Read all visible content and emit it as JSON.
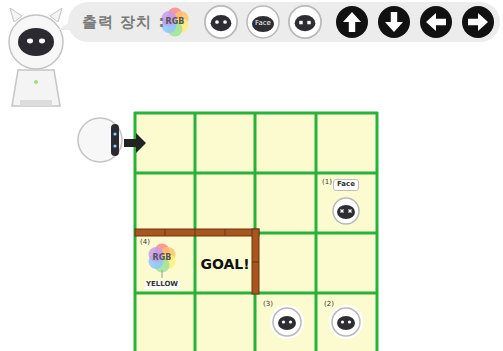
{
  "diagram": {
    "nodes": [
      {
        "text": [
          "출력 장치 :"
        ]
      },
      {
        "text": [
          "(1)",
          "Face"
        ]
      },
      {
        "text": [
          "(4)",
          "RGB",
          "YELLOW"
        ]
      },
      {
        "text": [
          "GOAL!"
        ]
      },
      {
        "text": [
          "(3)"
        ]
      },
      {
        "text": [
          "(2)"
        ]
      }
    ],
    "labels": [
      "RGB",
      "Face"
    ]
  }
}
